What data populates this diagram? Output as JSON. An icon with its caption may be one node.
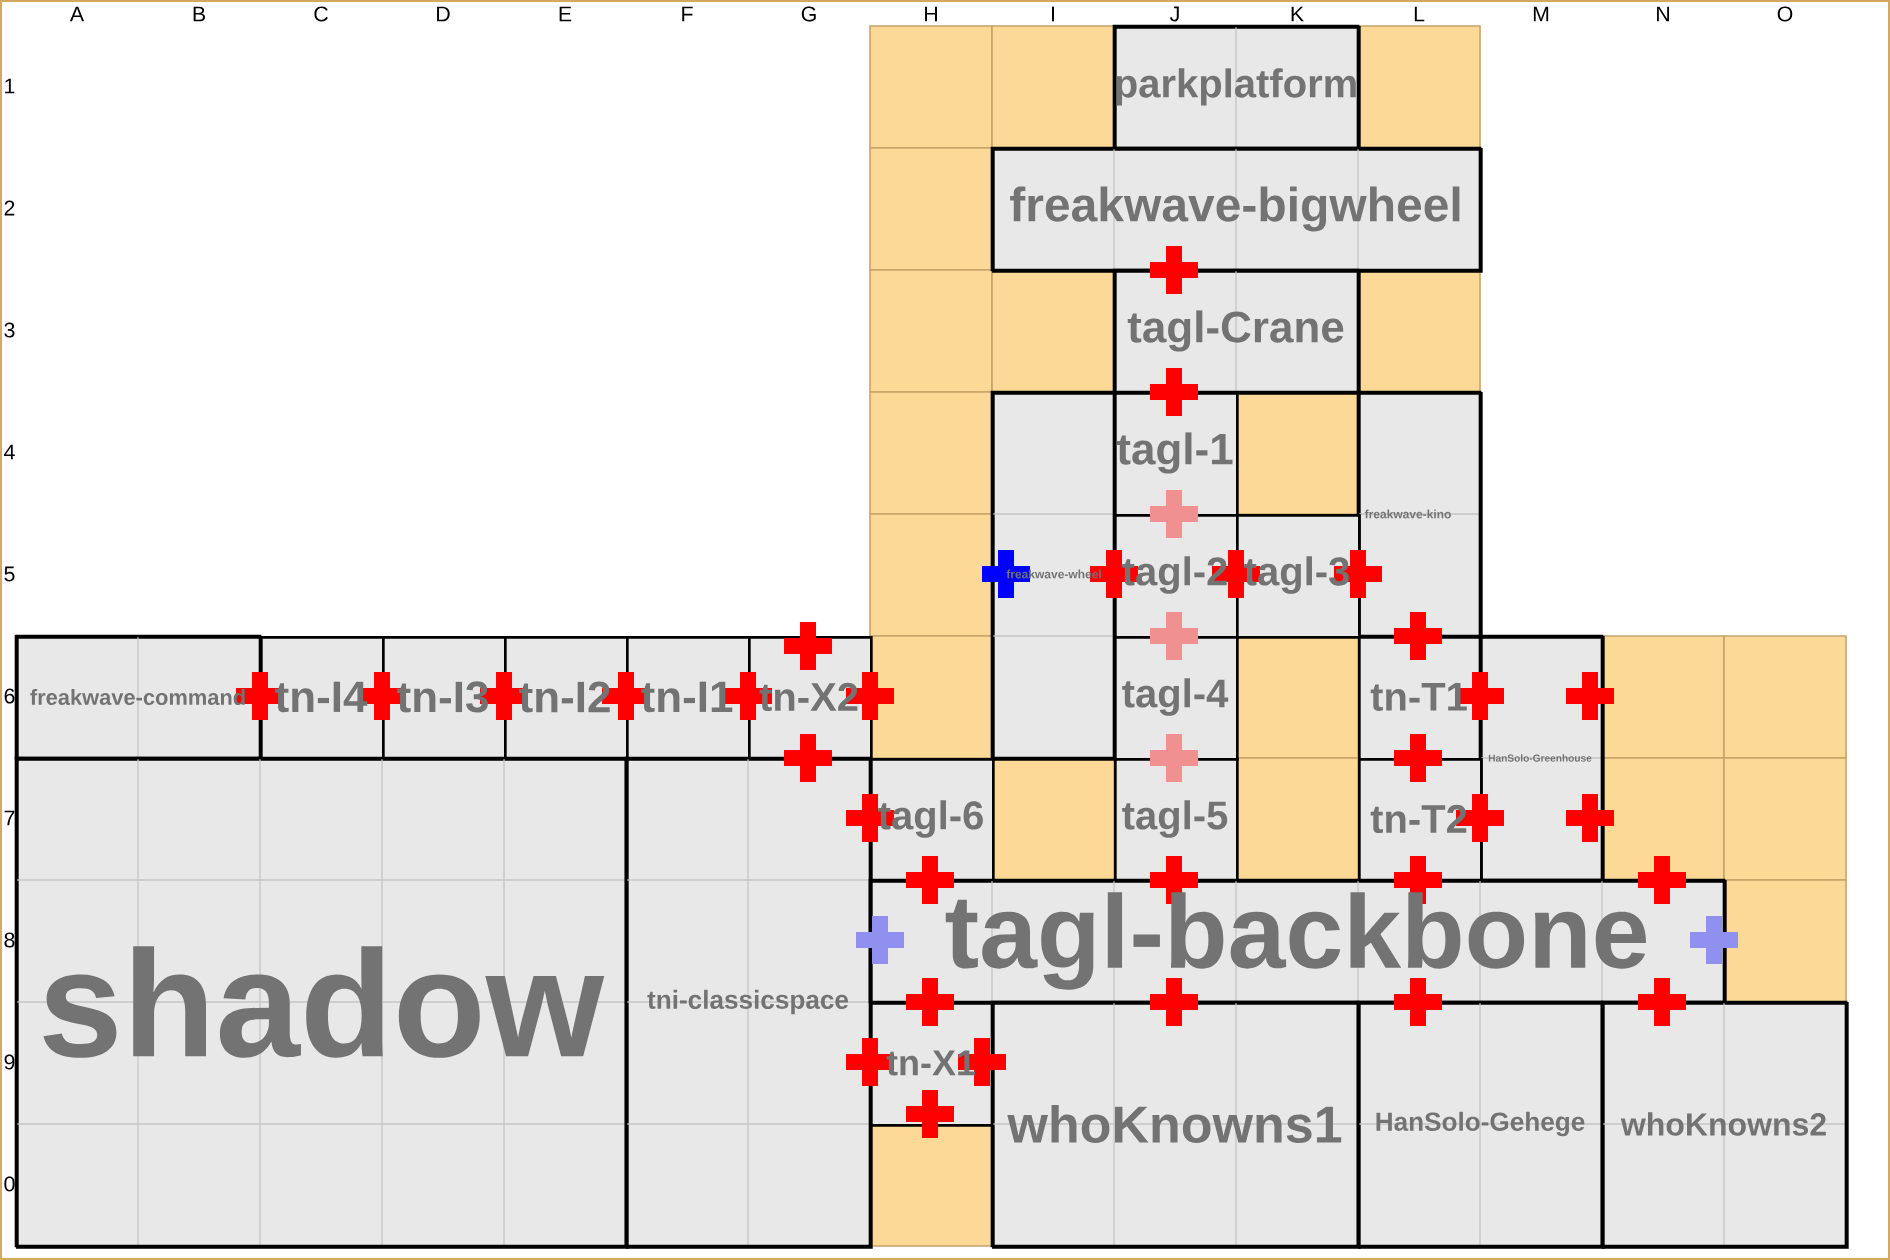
{
  "diagram": {
    "nodes": [
      {
        "text": [
          "parkplatform"
        ]
      },
      {
        "text": [
          "freakwave-bigwheel"
        ]
      },
      {
        "text": [
          "tagl-Crane"
        ]
      },
      {
        "text": [
          "freakwave-wheel"
        ]
      },
      {
        "text": [
          "tagl-1"
        ]
      },
      {
        "text": [
          "freakwave-kino"
        ]
      },
      {
        "text": [
          "tagl-2"
        ]
      },
      {
        "text": [
          "tagl-3"
        ]
      },
      {
        "text": [
          "freakwave-command"
        ]
      },
      {
        "text": [
          "tn-I4"
        ]
      },
      {
        "text": [
          "tn-I3"
        ]
      },
      {
        "text": [
          "tn-I2"
        ]
      },
      {
        "text": [
          "tn-I1"
        ]
      },
      {
        "text": [
          "tn-X2"
        ]
      },
      {
        "text": [
          "tagl-4"
        ]
      },
      {
        "text": [
          "tn-T1"
        ]
      },
      {
        "text": [
          "HanSolo-Greenhouse"
        ]
      },
      {
        "text": [
          "shadow"
        ]
      },
      {
        "text": [
          "tni-classicspace"
        ]
      },
      {
        "text": [
          "tagl-6"
        ]
      },
      {
        "text": [
          "tagl-5"
        ]
      },
      {
        "text": [
          "tn-T2"
        ]
      },
      {
        "text": [
          "tagl-backbone"
        ]
      },
      {
        "text": [
          "tn-X1"
        ]
      },
      {
        "text": [
          "whoKnowns1"
        ]
      },
      {
        "text": [
          "HanSolo-Gehege"
        ]
      },
      {
        "text": [
          "whoKnowns2"
        ]
      }
    ],
    "labels": [
      "A",
      "B",
      "C",
      "D",
      "E",
      "F",
      "G",
      "H",
      "I",
      "J",
      "K",
      "L",
      "M",
      "N",
      "O",
      "1",
      "2",
      "3",
      "4",
      "5",
      "6",
      "7",
      "8",
      "9",
      "0"
    ]
  }
}
